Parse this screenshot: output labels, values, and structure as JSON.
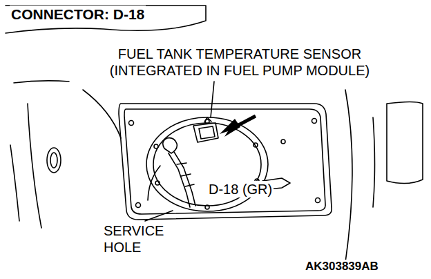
{
  "diagram": {
    "title": "CONNECTOR: D-18",
    "labels": [
      "FUEL TANK TEMPERATURE SENSOR (INTEGRATED IN FUEL PUMP MODULE)",
      "D-18 (GR)",
      "SERVICE HOLE",
      "AK303839AB"
    ]
  }
}
